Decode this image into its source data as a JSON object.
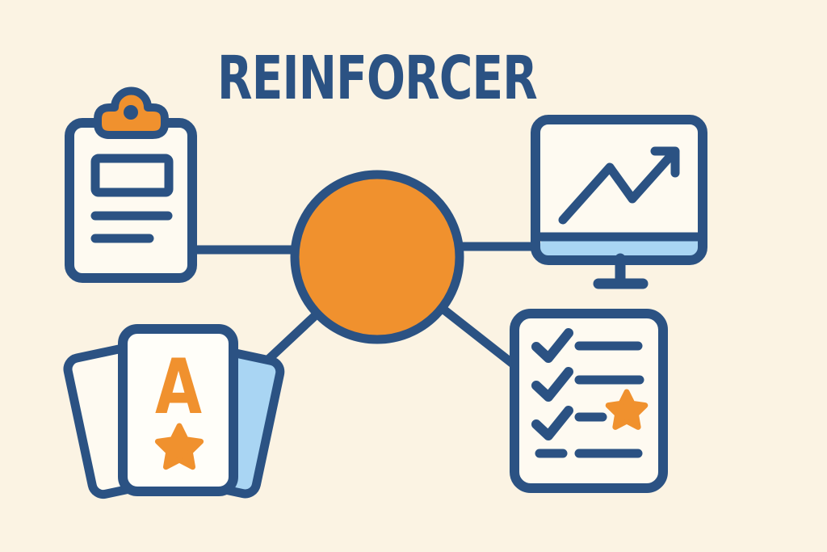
{
  "title": "REINFORCER",
  "palette": {
    "background": "#FBF3E3",
    "navy": "#2B5283",
    "orange": "#F0912E",
    "light_blue": "#A9D5F3",
    "panel": "#FEFAF1",
    "card_front": "#FFFEF9"
  },
  "center_node": {
    "shape": "circle",
    "color_name": "orange",
    "connected_count": 4
  },
  "nodes": [
    {
      "id": "clipboard",
      "position": "top-left",
      "description": "Clipboard with orange clip, picture frame and two text lines"
    },
    {
      "id": "monitor",
      "position": "top-right",
      "description": "Computer monitor showing a rising zigzag line chart with an arrow"
    },
    {
      "id": "flashcards",
      "position": "bottom-left",
      "description": "Fanned stack of flashcards; front card shows a letter above a star",
      "letter": "A"
    },
    {
      "id": "checklist",
      "position": "bottom-right",
      "description": "Checklist page with three checkmarks, dashed items and a star"
    }
  ]
}
